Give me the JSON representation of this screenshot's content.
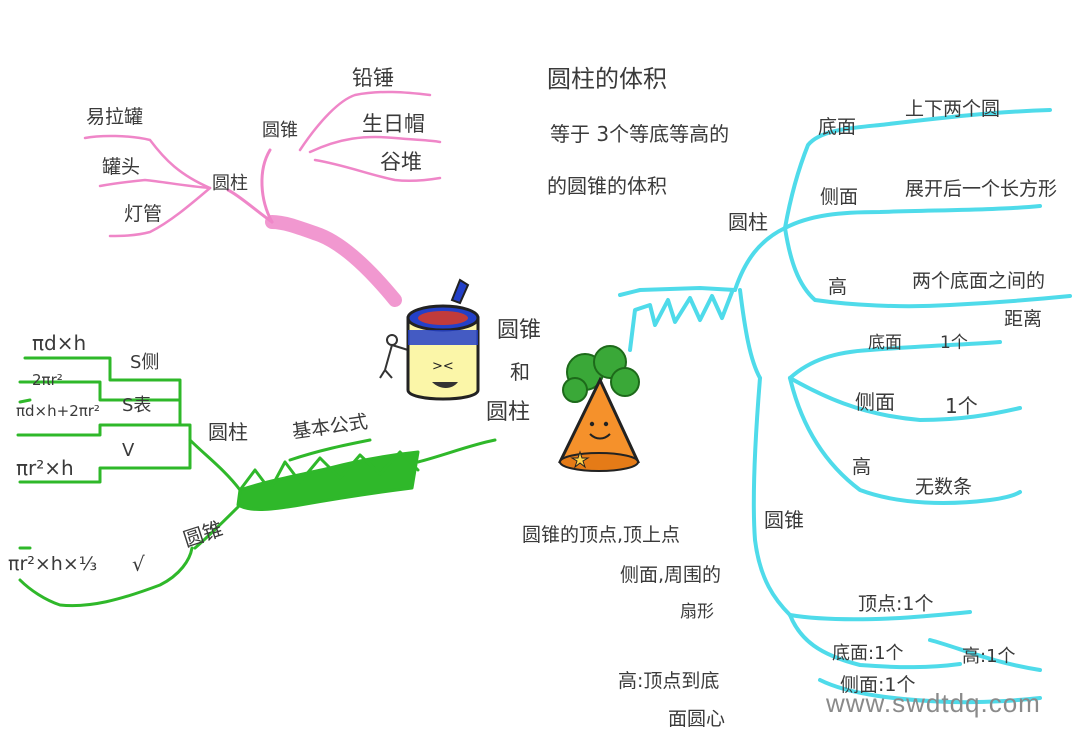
{
  "center": {
    "label_line1": "圆锥",
    "label_line2": "和",
    "label_line3": "圆柱"
  },
  "pink_branch": {
    "cylinder_label": "圆柱",
    "cylinder_examples": [
      "易拉罐",
      "罐头",
      "灯管"
    ],
    "cone_label": "圆锥",
    "cone_examples": [
      "铅锤",
      "生日帽",
      "谷堆"
    ]
  },
  "green_branch": {
    "formula_root": "基本公式",
    "cylinder_label": "圆柱",
    "cone_label": "圆锥",
    "s_side_label": "S侧",
    "s_surface_label": "S表",
    "v_label": "V",
    "f_side": "πd×h",
    "f_base_part": "2πr²",
    "f_surface": "πd×h+2πr²",
    "f_cyl_volume": "πr²×h",
    "f_cone_volume": "πr²×h×⅓",
    "cone_v_mark": "√"
  },
  "volume_note": {
    "line1": "圆柱的体积",
    "line2": "等于 3个等底等高的",
    "line3": "的圆锥的体积"
  },
  "blue_branch": {
    "cylinder_label": "圆柱",
    "cyl_base_label": "底面",
    "cyl_base_desc": "上下两个圆",
    "cyl_side_label": "侧面",
    "cyl_side_desc": "展开后一个长方形",
    "cyl_height_label": "高",
    "cyl_height_desc_1": "两个底面之间的",
    "cyl_height_desc_2": "距离",
    "cone_label": "圆锥",
    "cone_base_label": "底面",
    "cone_base_count": "1个",
    "cone_side_label": "侧面",
    "cone_side_count": "1个",
    "cone_height_label": "高",
    "cone_height_count": "无数条",
    "apex_label": "顶点:1个",
    "base_count": "底面:1个",
    "height_count": "高:1个",
    "side_count": "侧面:1个"
  },
  "cone_note": {
    "line1": "圆锥的顶点,顶上点",
    "line2": "侧面,周围的",
    "line3": "扇形",
    "line4": "高:顶点到底",
    "line5": "面圆心"
  },
  "watermark": "www.swdtdq.com",
  "colors": {
    "pink": "#ef86c8",
    "green": "#2fb82a",
    "blue": "#4fdbea",
    "text": "#3a3a3a"
  },
  "icons": {
    "can": "can-mascot-icon",
    "cone_tree": "cone-tree-icon"
  }
}
